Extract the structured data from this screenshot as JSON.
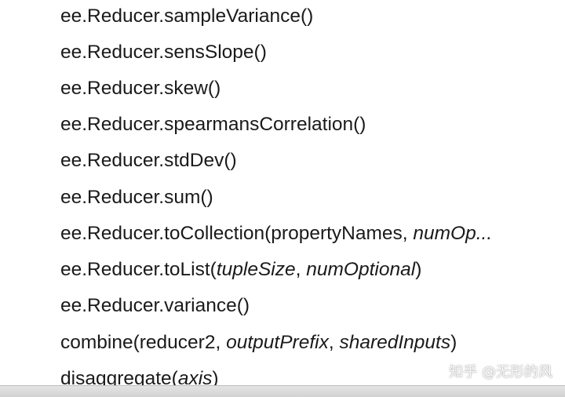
{
  "methods": [
    {
      "prefix": "ee.Reducer.sampleVariance()",
      "optional": "",
      "mid": "",
      "optional2": "",
      "suffix": ""
    },
    {
      "prefix": "ee.Reducer.sensSlope()",
      "optional": "",
      "mid": "",
      "optional2": "",
      "suffix": ""
    },
    {
      "prefix": "ee.Reducer.skew()",
      "optional": "",
      "mid": "",
      "optional2": "",
      "suffix": ""
    },
    {
      "prefix": "ee.Reducer.spearmansCorrelation()",
      "optional": "",
      "mid": "",
      "optional2": "",
      "suffix": ""
    },
    {
      "prefix": "ee.Reducer.stdDev()",
      "optional": "",
      "mid": "",
      "optional2": "",
      "suffix": ""
    },
    {
      "prefix": "ee.Reducer.sum()",
      "optional": "",
      "mid": "",
      "optional2": "",
      "suffix": ""
    },
    {
      "prefix": "ee.Reducer.toCollection(propertyNames, ",
      "optional": "numOp...",
      "mid": "",
      "optional2": "",
      "suffix": ""
    },
    {
      "prefix": "ee.Reducer.toList(",
      "optional": "tupleSize",
      "mid": ", ",
      "optional2": "numOptional",
      "suffix": ")"
    },
    {
      "prefix": "ee.Reducer.variance()",
      "optional": "",
      "mid": "",
      "optional2": "",
      "suffix": ""
    },
    {
      "prefix": "combine(reducer2, ",
      "optional": "outputPrefix",
      "mid": ", ",
      "optional2": "sharedInputs",
      "suffix": ")"
    },
    {
      "prefix": "disaggregate(",
      "optional": "axis",
      "mid": "",
      "optional2": "",
      "suffix": ")"
    }
  ],
  "watermark": "知乎 @无形的风"
}
